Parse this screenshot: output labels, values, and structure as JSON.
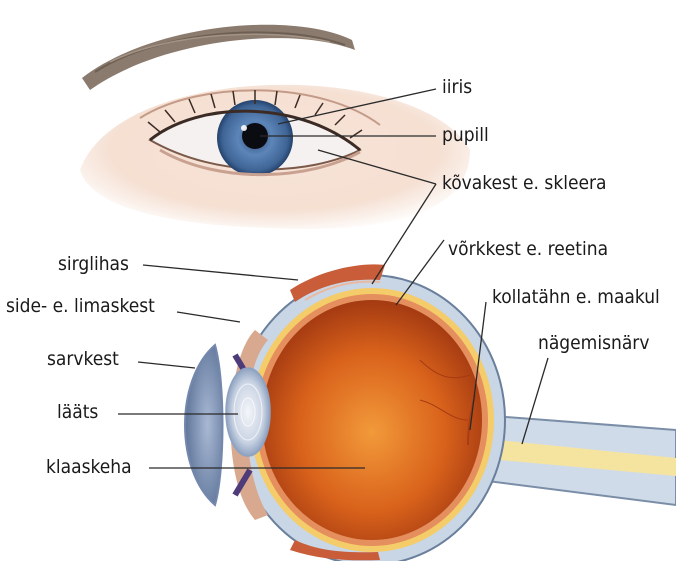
{
  "labels": {
    "iiris": "iiris",
    "pupill": "pupill",
    "skleera": "kõvakest e. skleera",
    "reetina": "võrkkest e. reetina",
    "maakul": "kollatähn e. maakul",
    "nagemisnarv": "nägemisnärv",
    "sirglihas": "sirglihas",
    "limaskest": "side- e. limaskest",
    "sarvkest": "sarvkest",
    "laats": "lääts",
    "klaaskeha": "klaaskeha"
  }
}
